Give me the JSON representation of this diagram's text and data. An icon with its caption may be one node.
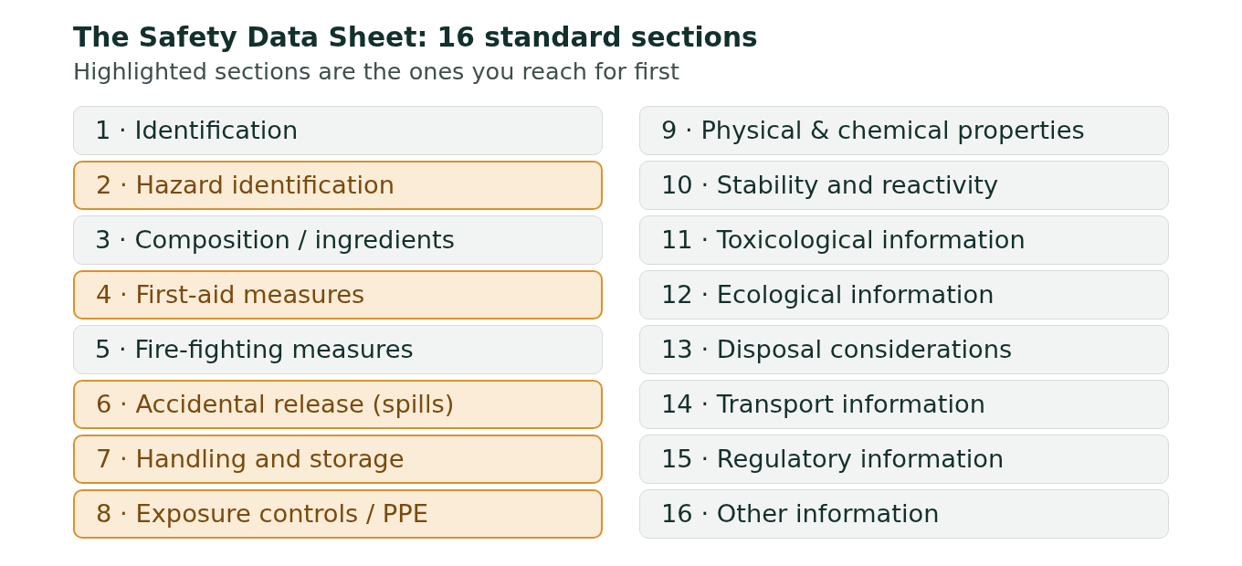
{
  "diagram": {
    "title": "The Safety Data Sheet: 16 standard sections",
    "nodes": [
      {
        "text": [
          "1 · Identification"
        ]
      },
      {
        "text": [
          "2 · Hazard identification"
        ]
      },
      {
        "text": [
          "3 · Composition / ingredients"
        ]
      },
      {
        "text": [
          "4 · First-aid measures"
        ]
      },
      {
        "text": [
          "5 · Fire-fighting measures"
        ]
      },
      {
        "text": [
          "6 · Accidental release (spills)"
        ]
      },
      {
        "text": [
          "7 · Handling and storage"
        ]
      },
      {
        "text": [
          "8 · Exposure controls / PPE"
        ]
      },
      {
        "text": [
          "9 · Physical & chemical properties"
        ]
      },
      {
        "text": [
          "10 · Stability and reactivity"
        ]
      },
      {
        "text": [
          "11 · Toxicological information"
        ]
      },
      {
        "text": [
          "12 · Ecological information"
        ]
      },
      {
        "text": [
          "13 · Disposal considerations"
        ]
      },
      {
        "text": [
          "14 · Transport information"
        ]
      },
      {
        "text": [
          "15 · Regulatory information"
        ]
      },
      {
        "text": [
          "16 · Other information"
        ]
      }
    ],
    "labels": [
      "Highlighted sections are the ones you reach for first"
    ]
  }
}
